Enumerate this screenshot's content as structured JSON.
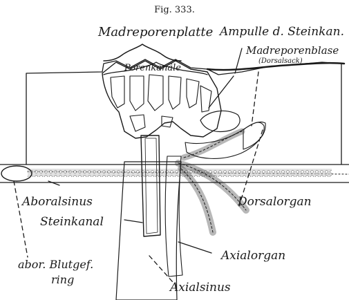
{
  "figure": {
    "number": "Fig. 333."
  },
  "labels": {
    "madreporenplatte": "Madreporenplatte",
    "ampulle": "Ampulle d. Steinkan.",
    "madreporenblase": "Madreporenblase",
    "dorsalsack": "(Dorsalsack)",
    "porenkanaele": "Porenkanäle",
    "aboralsinus": "Aboralsinus",
    "dorsalorgan": "Dorsalorgan",
    "steinkanal": "Steinkanal",
    "axialorgan": "Axialorgan",
    "blutgefaess_line1": "abor. Blutgef.",
    "blutgefaess_line2": "ring",
    "axialsinus": "Axialsinus"
  },
  "colors": {
    "ink": "#1a1a1a",
    "tissue": "#e3e3e3",
    "paper": "#ffffff"
  }
}
